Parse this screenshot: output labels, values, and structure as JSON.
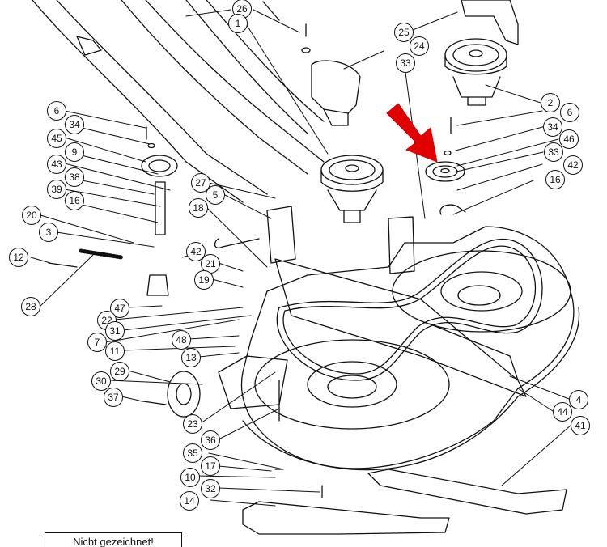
{
  "diagram": {
    "arrow_color": "#e00000",
    "line_color": "#111111",
    "note_text": "Nicht gezeichnet!",
    "callouts": [
      {
        "id": "c1",
        "label": "26"
      },
      {
        "id": "c2",
        "label": "1"
      },
      {
        "id": "c3",
        "label": "25"
      },
      {
        "id": "c4",
        "label": "24"
      },
      {
        "id": "c5",
        "label": "33"
      },
      {
        "id": "c6",
        "label": "2"
      },
      {
        "id": "c7",
        "label": "6"
      },
      {
        "id": "c8",
        "label": "34"
      },
      {
        "id": "c9",
        "label": "46"
      },
      {
        "id": "c10",
        "label": "33"
      },
      {
        "id": "c11",
        "label": "42"
      },
      {
        "id": "c12",
        "label": "16"
      },
      {
        "id": "c13",
        "label": "6"
      },
      {
        "id": "c14",
        "label": "34"
      },
      {
        "id": "c15",
        "label": "45"
      },
      {
        "id": "c16",
        "label": "9"
      },
      {
        "id": "c17",
        "label": "43"
      },
      {
        "id": "c18",
        "label": "38"
      },
      {
        "id": "c19",
        "label": "39"
      },
      {
        "id": "c20",
        "label": "16"
      },
      {
        "id": "c21",
        "label": "27"
      },
      {
        "id": "c22",
        "label": "5"
      },
      {
        "id": "c23",
        "label": "18"
      },
      {
        "id": "c24",
        "label": "20"
      },
      {
        "id": "c25",
        "label": "3"
      },
      {
        "id": "c26",
        "label": "12"
      },
      {
        "id": "c27",
        "label": "42"
      },
      {
        "id": "c28",
        "label": "21"
      },
      {
        "id": "c29",
        "label": "19"
      },
      {
        "id": "c30",
        "label": "28"
      },
      {
        "id": "c31",
        "label": "47"
      },
      {
        "id": "c32",
        "label": "22"
      },
      {
        "id": "c33",
        "label": "31"
      },
      {
        "id": "c34",
        "label": "7"
      },
      {
        "id": "c35",
        "label": "48"
      },
      {
        "id": "c36",
        "label": "11"
      },
      {
        "id": "c37",
        "label": "13"
      },
      {
        "id": "c38",
        "label": "29"
      },
      {
        "id": "c39",
        "label": "30"
      },
      {
        "id": "c40",
        "label": "37"
      },
      {
        "id": "c41",
        "label": "23"
      },
      {
        "id": "c42",
        "label": "36"
      },
      {
        "id": "c43",
        "label": "35"
      },
      {
        "id": "c44",
        "label": "17"
      },
      {
        "id": "c45",
        "label": "10"
      },
      {
        "id": "c46",
        "label": "32"
      },
      {
        "id": "c47",
        "label": "14"
      },
      {
        "id": "c48",
        "label": "4"
      },
      {
        "id": "c49",
        "label": "44"
      },
      {
        "id": "c50",
        "label": "41"
      }
    ]
  }
}
